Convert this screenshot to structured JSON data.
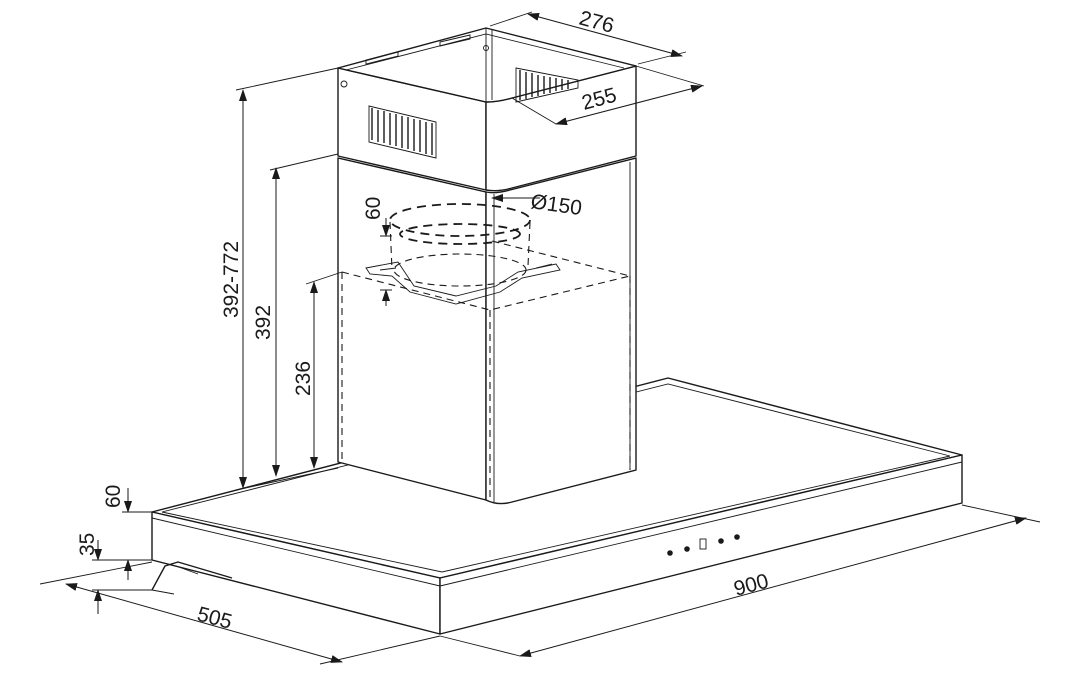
{
  "colors": {
    "line": "#1a1a1a",
    "background": "#ffffff"
  },
  "dimensions": {
    "chimney_depth": "276",
    "chimney_width": "255",
    "duct_diameter": "Ø150",
    "collar_height": "60",
    "total_height_range": "392-772",
    "lower_chimney_height": "392",
    "bracket_height": "236",
    "canopy_height": "60",
    "canopy_front_height": "35",
    "canopy_depth": "505",
    "canopy_width": "900"
  },
  "control_panel": {
    "buttons": 4,
    "display": 1
  }
}
